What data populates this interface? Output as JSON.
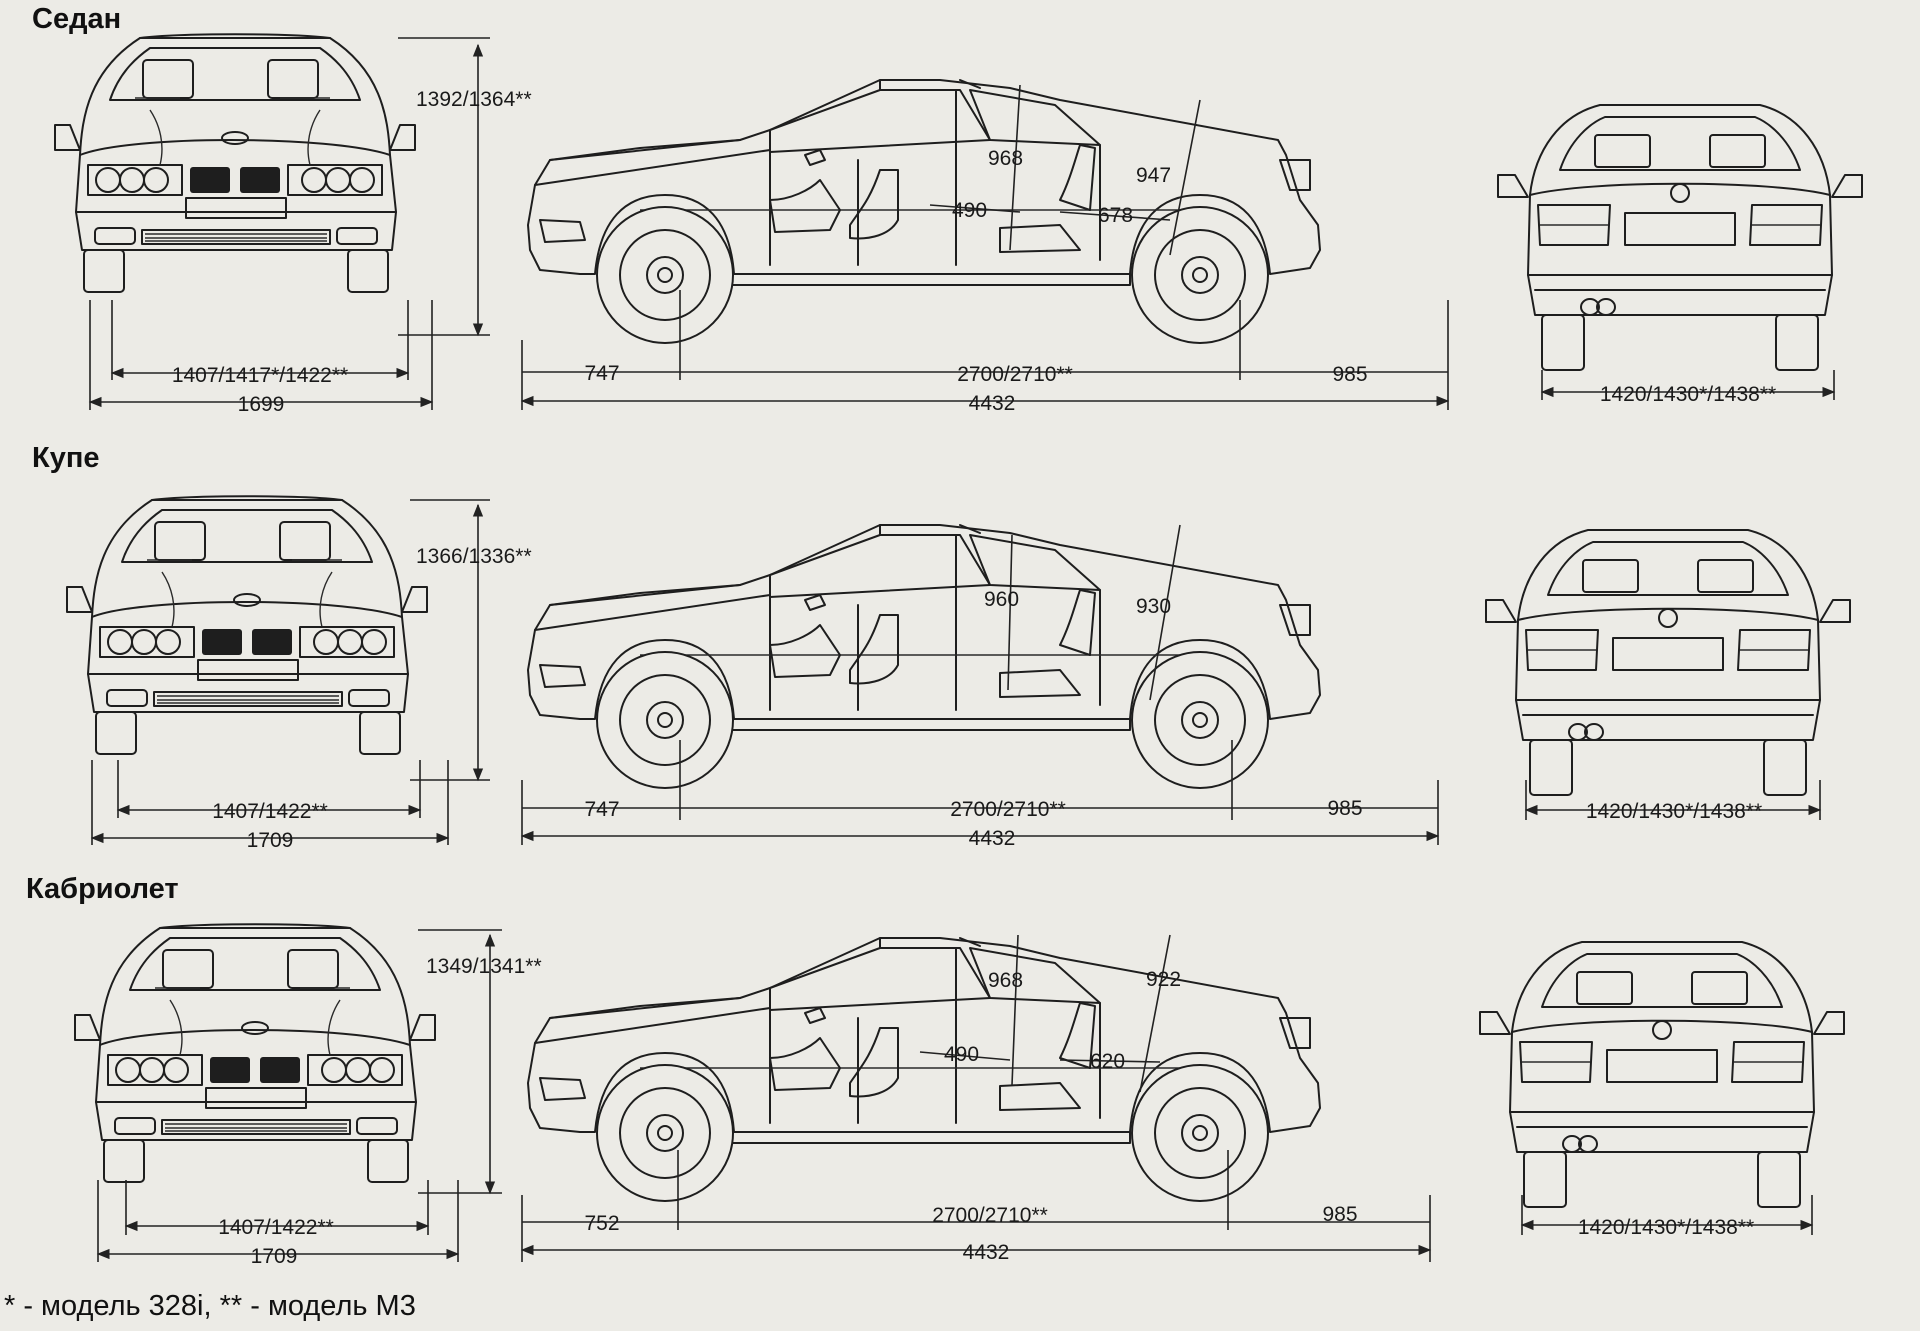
{
  "sections": [
    {
      "title": "Седан",
      "front": {
        "height": "1392/1364**",
        "track": "1407/1417*/1422**",
        "width": "1699"
      },
      "side": {
        "front_overhang": "747",
        "wheelbase": "2700/2710**",
        "rear_overhang": "985",
        "length": "4432",
        "front_headroom": "968",
        "rear_headroom": "947",
        "front_legroom": "490",
        "rear_legroom": "678"
      },
      "rear": {
        "track": "1420/1430*/1438**"
      }
    },
    {
      "title": "Купе",
      "front": {
        "height": "1366/1336**",
        "track": "1407/1422**",
        "width": "1709"
      },
      "side": {
        "front_overhang": "747",
        "wheelbase": "2700/2710**",
        "rear_overhang": "985",
        "length": "4432",
        "front_headroom": "960",
        "rear_headroom": "930"
      },
      "rear": {
        "track": "1420/1430*/1438**"
      }
    },
    {
      "title": "Кабриолет",
      "front": {
        "height": "1349/1341**",
        "track": "1407/1422**",
        "width": "1709"
      },
      "side": {
        "front_overhang": "752",
        "wheelbase": "2700/2710**",
        "rear_overhang": "985",
        "length": "4432",
        "front_headroom": "968",
        "rear_headroom": "922",
        "front_legroom": "490",
        "rear_legroom": "620"
      },
      "rear": {
        "track": "1420/1430*/1438**"
      }
    }
  ],
  "footnote": "* - модель 328i,  ** - модель M3"
}
